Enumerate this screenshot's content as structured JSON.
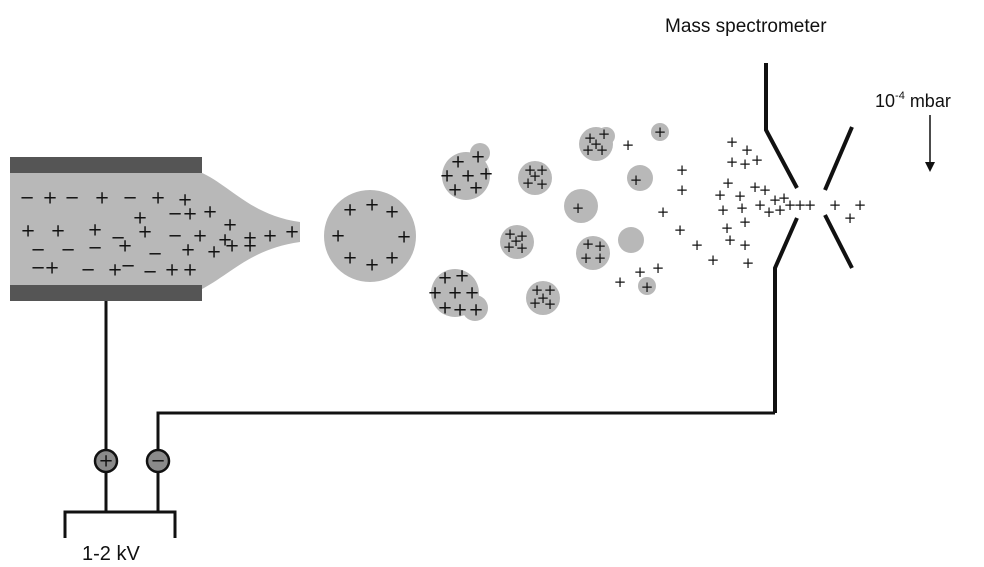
{
  "labels": {
    "mass_spectrometer": "Mass spectrometer",
    "pressure_base": "10",
    "pressure_exponent": "-4",
    "pressure_unit": " mbar",
    "voltage": "1-2 kV"
  },
  "terminals": {
    "positive": "+",
    "negative": "−"
  },
  "colors": {
    "droplet_fill": "#b8b8b8",
    "electrode": "#555555",
    "line": "#111111"
  }
}
